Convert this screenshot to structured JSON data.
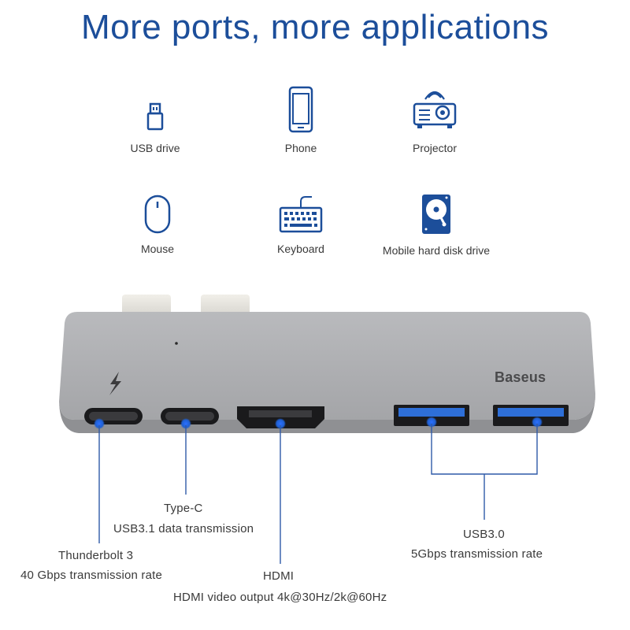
{
  "header": {
    "title": "More ports, more applications"
  },
  "applications": [
    {
      "label": "USB drive",
      "icon": "usb-drive-icon"
    },
    {
      "label": "Phone",
      "icon": "phone-icon"
    },
    {
      "label": "Projector",
      "icon": "projector-icon"
    },
    {
      "label": "Mouse",
      "icon": "mouse-icon"
    },
    {
      "label": "Keyboard",
      "icon": "keyboard-icon"
    },
    {
      "label": "Mobile hard disk drive",
      "icon": "hard-disk-icon"
    }
  ],
  "device": {
    "brand": "Baseus",
    "icon": "lightning-bolt-icon"
  },
  "ports": {
    "thunderbolt": {
      "name": "Thunderbolt 3",
      "desc": "40 Gbps transmission rate"
    },
    "typec": {
      "name": "Type-C",
      "desc": "USB3.1 data transmission"
    },
    "hdmi": {
      "name": "HDMI",
      "desc": "HDMI video output 4k@30Hz/2k@60Hz"
    },
    "usb": {
      "name": "USB3.0",
      "desc": "5Gbps transmission rate"
    }
  },
  "colors": {
    "title": "#1c4e9a",
    "icon": "#1c4e9a",
    "callout_line": "#2f5aa8",
    "port_dot": "#1f5fd0",
    "body": "#a9a9ab"
  }
}
